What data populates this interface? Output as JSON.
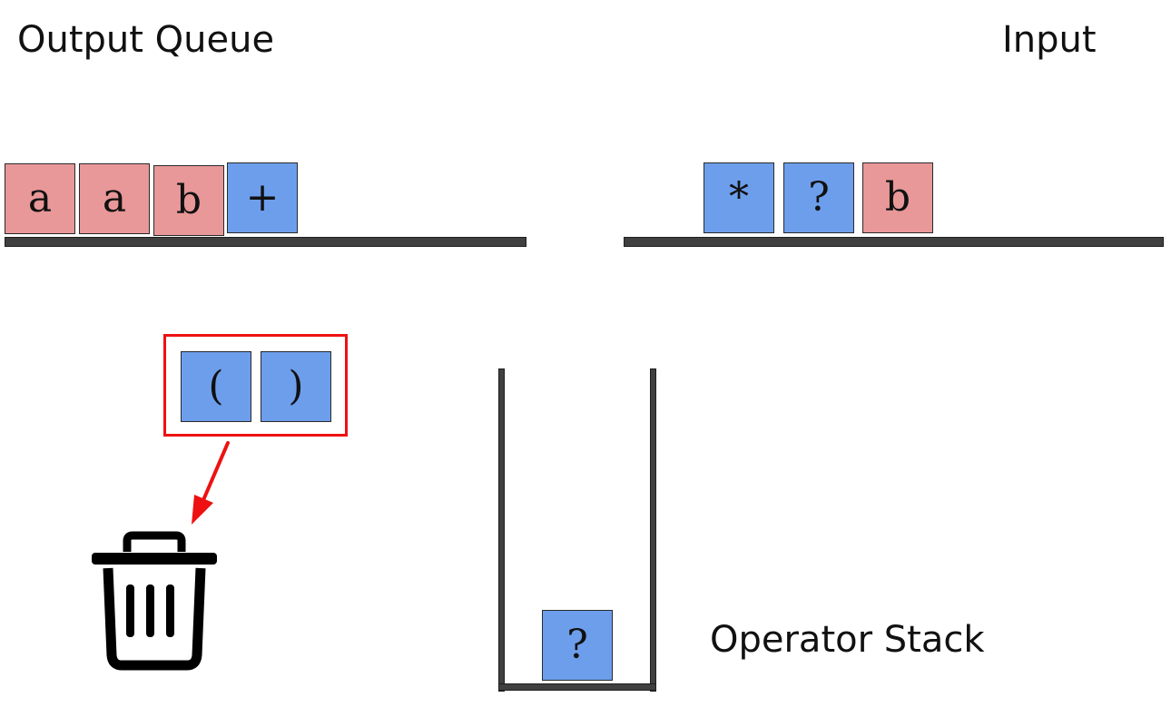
{
  "titles": {
    "output_queue": "Output Queue",
    "input": "Input",
    "operator_stack": "Operator Stack"
  },
  "output_queue": {
    "tokens": [
      {
        "label": "a",
        "kind": "operand"
      },
      {
        "label": "a",
        "kind": "operand"
      },
      {
        "label": "b",
        "kind": "operand"
      },
      {
        "label": "+",
        "kind": "operator"
      }
    ]
  },
  "input": {
    "tokens": [
      {
        "label": "*",
        "kind": "operator"
      },
      {
        "label": "?",
        "kind": "operator"
      },
      {
        "label": "b",
        "kind": "operand"
      }
    ]
  },
  "discarded": {
    "tokens": [
      {
        "label": "(",
        "kind": "operator"
      },
      {
        "label": ")",
        "kind": "operator"
      }
    ],
    "icon": "trash-can-icon"
  },
  "operator_stack": {
    "tokens": [
      {
        "label": "?",
        "kind": "operator"
      }
    ]
  },
  "colors": {
    "operand": "#e89898",
    "operator": "#6d9eeb",
    "shelf": "#404040",
    "highlight": "#ee1111"
  }
}
